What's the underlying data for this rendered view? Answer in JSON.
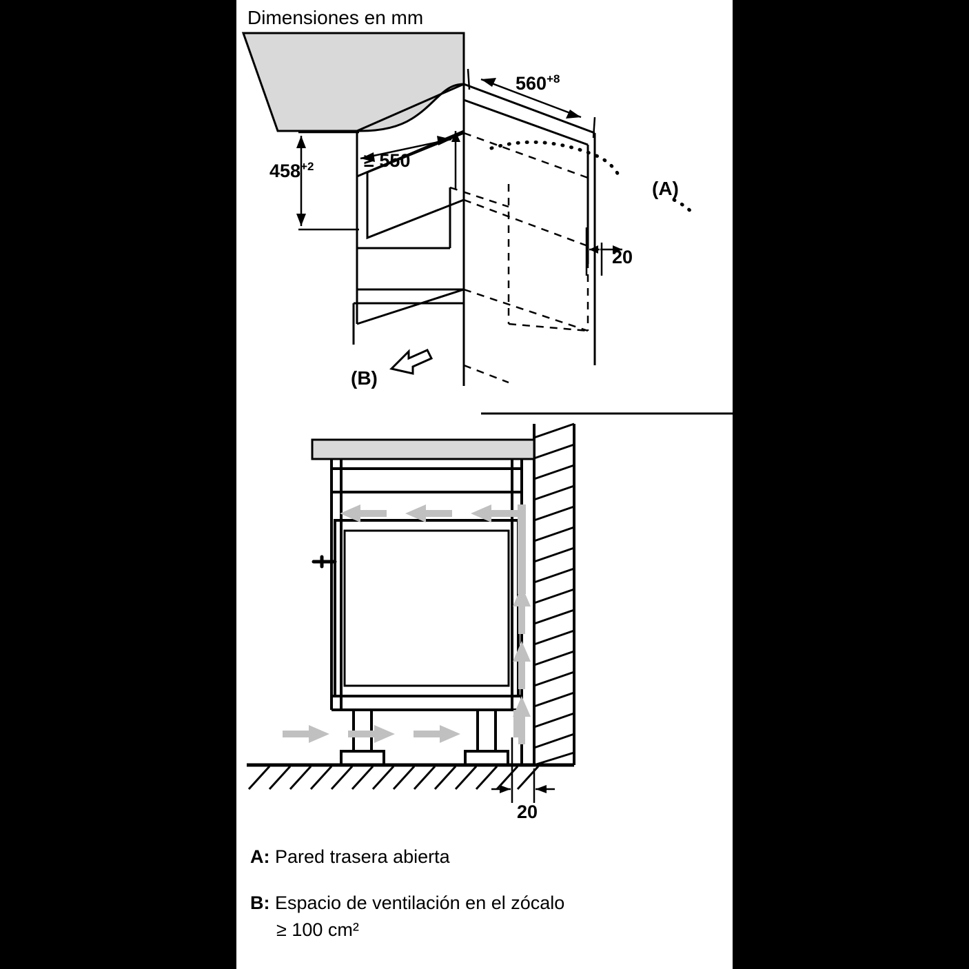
{
  "page": {
    "background_color": "#000000",
    "sheet_color": "#ffffff",
    "line_color": "#000000",
    "fill_gray": "#d9d9d9",
    "arrow_gray": "#c0c0c0"
  },
  "title": "Dimensiones en mm",
  "dimensions": {
    "depth": {
      "value": "560",
      "tolerance": "+8"
    },
    "height": {
      "value": "458",
      "tolerance": "+2"
    },
    "niche_depth": {
      "value": "≥ 550"
    },
    "gap_top": {
      "value": "20"
    },
    "gap_bottom": {
      "value": "20"
    }
  },
  "callouts": {
    "a_marker": "(A)",
    "b_marker": "(B)"
  },
  "legend": [
    {
      "key": "A:",
      "text": "Pared trasera abierta"
    },
    {
      "key": "B:",
      "text": "Espacio de ventilación en el zócalo",
      "text2": "≥ 100 cm²"
    }
  ],
  "chart_data": {
    "type": "diagram",
    "title": "Dimensiones en mm",
    "description": "Diagrama de instalación de horno empotrado: vista superior en perspectiva y vista lateral en corte",
    "annotations": [
      {
        "label": "560+8",
        "meaning": "anchura del nicho en mm"
      },
      {
        "label": "458+2",
        "meaning": "altura del nicho en mm"
      },
      {
        "label": "≥ 550",
        "meaning": "profundidad mínima del nicho en mm"
      },
      {
        "label": "20",
        "meaning": "separación a la pared trasera en mm (superior)"
      },
      {
        "label": "20",
        "meaning": "separación a la pared trasera en mm (inferior)"
      },
      {
        "label": "(A)",
        "meaning": "Pared trasera abierta"
      },
      {
        "label": "(B)",
        "meaning": "Espacio de ventilación en el zócalo ≥ 100 cm²"
      }
    ]
  }
}
